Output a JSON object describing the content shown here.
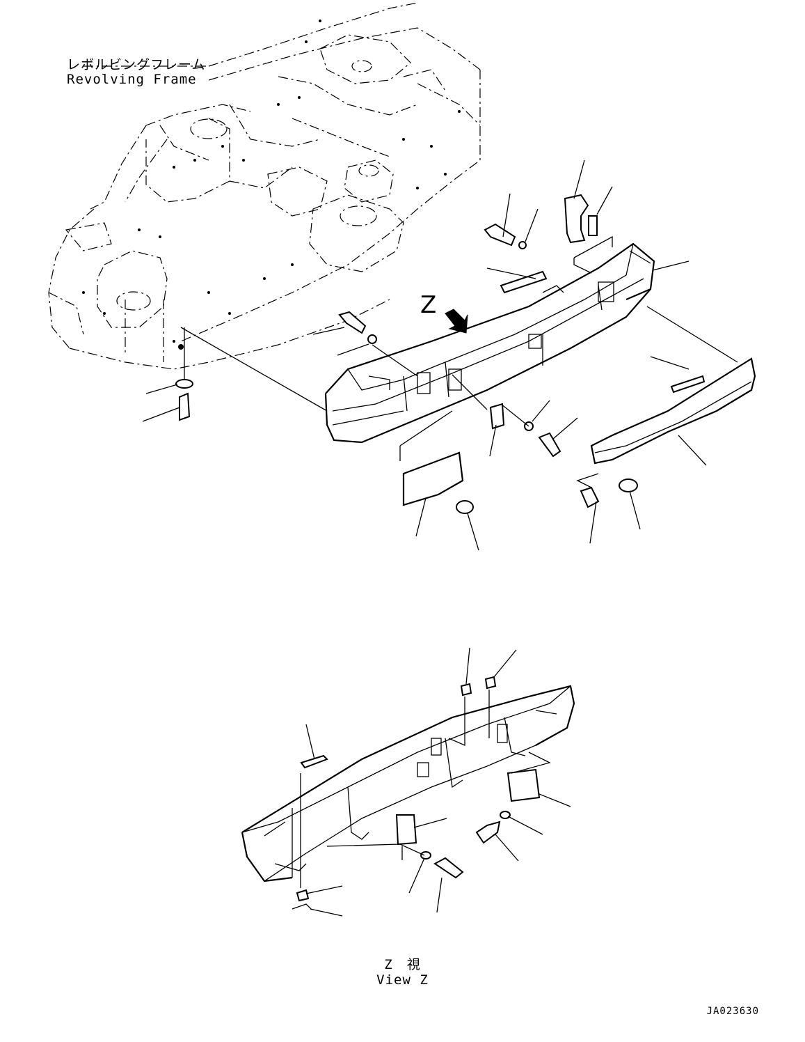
{
  "labels": {
    "frame_jp": "レボルビングフレーム",
    "frame_en": "Revolving Frame",
    "view_letter": "Z",
    "view_jp": "Z　視",
    "view_en": "View Z",
    "drawing_code": "JA023630"
  },
  "icons": {
    "view_arrow": "arrow-down-right-icon"
  }
}
